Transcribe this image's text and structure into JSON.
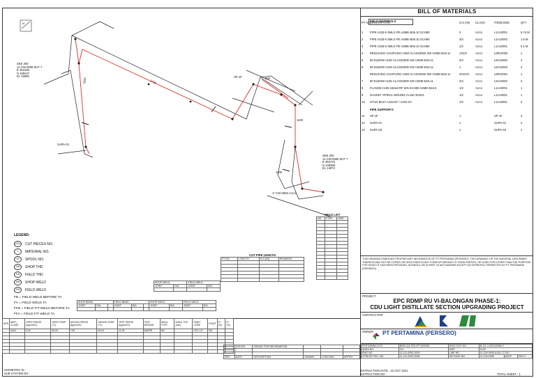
{
  "bom": {
    "title": "BILL OF MATERIALS",
    "section_field": "FIELD MATERIALS",
    "section_supports": "PIPE SUPPORTS",
    "headers": [
      "PT NO",
      "DESCRIPTION",
      "N.S (IN)",
      "CLASS",
      "ITEMCODE",
      "QTY"
    ],
    "rows": [
      [
        "1",
        "PIPE A333-6 SMLS PE ASME-B36.10 SCH80",
        "3",
        "A1A1",
        "L1A10001",
        "5.74 M"
      ],
      [
        "2",
        "PIPE A333-6 SMLS PE ASME-B36.10 SCH80",
        "3/4",
        "A1A1",
        "L1A10002",
        "1.6 M"
      ],
      [
        "3",
        "PIPE A333-6 SMLS PE ASME-B36.10 SCH80",
        "1/2",
        "A1A1",
        "L1A10001",
        "0.1 M"
      ],
      [
        "4",
        "REDUCING COUPLING A350 CLASS3000 SW ASME-B16.11",
        "1X3/4",
        "A1A1",
        "L6R10002",
        "1"
      ],
      [
        "5",
        "90 ELBOW A105 CLASS3000 SW ASME-B16.11",
        "3/4",
        "A1A1",
        "L6A10002",
        "4"
      ],
      [
        "6",
        "90 ELBOW A105 CLASS3000 SW ASME-B16.11",
        "1",
        "A1A1",
        "L6A10003",
        "4"
      ],
      [
        "",
        "REDUCING COUPLING A350 CLASS3000 SW ASME-B16.11",
        "3/4X1/2",
        "A1A1",
        "L6R10001",
        "1"
      ],
      [
        "7",
        "90 ELBOW A105 CLASS3000 SW ASME-B16.11",
        "3/4",
        "A1A1",
        "L6A10002",
        "2"
      ],
      [
        "8",
        "FLANGE A105 150LB RF WN SCH80 ASME-B16.5",
        "1/2",
        "A1A1",
        "L1A10001",
        "1"
      ],
      [
        "9",
        "GASKET SPIRAL WOUND CL150 304SS",
        "1/2",
        "A1A1",
        "L1A10001",
        "1"
      ],
      [
        "10",
        "STUD BOLT A193 B7 / A194 2H",
        "1/2",
        "A1A1",
        "L1A10001",
        "4"
      ]
    ],
    "supports": [
      [
        "11",
        "SP-1F",
        "1",
        "SP-1F",
        "3"
      ],
      [
        "12",
        "SUPA-01",
        "1",
        "SUPA-01",
        "2"
      ],
      [
        "13",
        "SUPA-03",
        "1",
        "SUPA-03",
        "1"
      ]
    ]
  },
  "iso": {
    "labels": [
      "SEE 300",
      "11-CW-0905 SHT 7",
      "E 452435",
      "N 109347",
      "EL 16695",
      "SEE 300",
      "11-CW-0905 SHT 7",
      "E 452475",
      "N 109358",
      "EL 14873",
      "3200",
      "2725",
      "550",
      "1100",
      "1100",
      "SUPA-01",
      "SP-1F",
      "1\"-CW-0905-A1A1"
    ]
  },
  "legend": {
    "title": "LEGEND:",
    "items": [
      [
        "<00>",
        "CUT PIECES NO."
      ],
      [
        "1",
        "MATERIAL NO."
      ],
      [
        "00",
        "SPOOL NO."
      ],
      [
        "SW",
        "SHOP THD"
      ],
      [
        "FW",
        "FIELD THD"
      ],
      [
        "SW",
        "SHOP WELD"
      ],
      [
        "FW",
        "FIELD WELD"
      ]
    ],
    "abbrev": [
      "FB = FIELD WELD BEFORE TA",
      "FA = FIELD WELD TA",
      "FFB = FIELD FIT WELD BEFORE TA",
      "FFA = FIELD FIT WELD TA"
    ]
  },
  "cut_table": {
    "title": "CUT PIPE LENGTH",
    "headers": [
      "PT NO",
      "LENGTH",
      "N.S (IN)",
      "REMARKS"
    ]
  },
  "weld_table": {
    "title": "WELD LIST",
    "headers": [
      "NO",
      "TYPE",
      "SIZE"
    ]
  },
  "weld_boxes": {
    "shop_weld": "SHOP WELD",
    "field_weld": "FIELD WELD",
    "shop_bend": "SHOP BEND",
    "field_bend": "FIELD BEND",
    "joint": "JOINT",
    "dia": "DIA"
  },
  "design_table": {
    "headers": [
      "NPS",
      "MAT'L CLASS",
      "OPER PRESS (kg/cm2G)",
      "OPER TEMP (°C)",
      "DESIGN PRESS (kg/cm2G)",
      "DESIGN TEMP (°C)",
      "TEST PRESS (kg/cm2G)",
      "TEST MEDIUM",
      "INSUL TYPE",
      "INSUL THK (mm)",
      "PAINT CODE",
      "POINT",
      "Pr (%)",
      "Pt (%)"
    ],
    "values": [
      "",
      "A1A1",
      "5.00",
      "60.00",
      "7.50",
      "90.00",
      "11.25",
      "WATER",
      "NO",
      "-",
      "CS1-1-5",
      "NO",
      "",
      ""
    ]
  },
  "notes": "THIS DRAWING EMBODIES PROPRIETARY INFORMATION OF PT PERTAMINA (PERSERO). THIS DRAWING OR THE MATERIAL DESCRIBED THEREON MAY NOT BE COPIED OR DISCLOSED IN ANY FORM OR MEDIUM TO THIRD PARTIES, OR USED FOR OTHER THAN THE PURPOSE FOR WHICH IT HAS BEEN PROVIDED, IN WHOLE OR IN PART, IN ANY MANNER EXCEPT AS EXPRESSLY PERMITTED BY PT PERTAMINA (PERSERO).",
  "project": {
    "label": "PROJECT",
    "line1": "EPC RDMP RU VI-BALONGAN PHASE-1:",
    "line2": "CDU LIGHT DISTILLATE SECTION UPGRADING PROJECT"
  },
  "contractor_label": "CONTRACTOR",
  "owner": {
    "label": "OWNER",
    "name": "PT PERTAMINA (PERSERO)"
  },
  "revision": {
    "row": [
      "0",
      "20/10/21",
      "ISSUED FOR INFORMATION",
      "",
      "",
      ""
    ],
    "headers": [
      "REV",
      "DATE",
      "DESCRIPTION",
      "DRAWN",
      "CHECKED",
      "APPR'D"
    ]
  },
  "doc": {
    "pertamina_doc": "PERTAMINA DOC.",
    "pertamina_doc_val": "B029-111-P02-IPT-000008",
    "area_no": "AREA NO.",
    "area_no_val": "111",
    "pmd_no": "PMD NO.",
    "pmd_no_val": "11-111-0000-0004",
    "stress_pkg": "STRESS PKG. NO.",
    "stress_pkg_val": "11-111-2200-0008",
    "dwg_no": "DWG DOC NO.",
    "dwg_no_val": "B-111-1-543-52066-0",
    "unit": "UNIT",
    "unit_val": "0103",
    "line_no": "LINE NO.",
    "line_no_val": "11-CW-0905-A1A1-17-NO",
    "iso_dwg": "ISO DWG NO.",
    "iso_dwg_val": "11-CW-0905",
    "date": "DATE",
    "rev": "REV",
    "rev_val": "0"
  },
  "footer": {
    "extraction_date": "EXTRACTION DATE :",
    "extraction_date_val": "22 OCT 2021",
    "extraction_no": "EXTRACTION NO :",
    "total_sheet": "TOTAL SHEET :",
    "total_sheet_val": "1",
    "isometric_id": "ISOMETRIC ID :",
    "sub_system_no": "SUB SYSTEM NO :"
  },
  "colors": {
    "pipe": "#d93025",
    "line": "#222222",
    "owner": "#1f3f8a",
    "contractor_green": "#2e8b3d",
    "contractor_blue": "#1f3f8a"
  }
}
